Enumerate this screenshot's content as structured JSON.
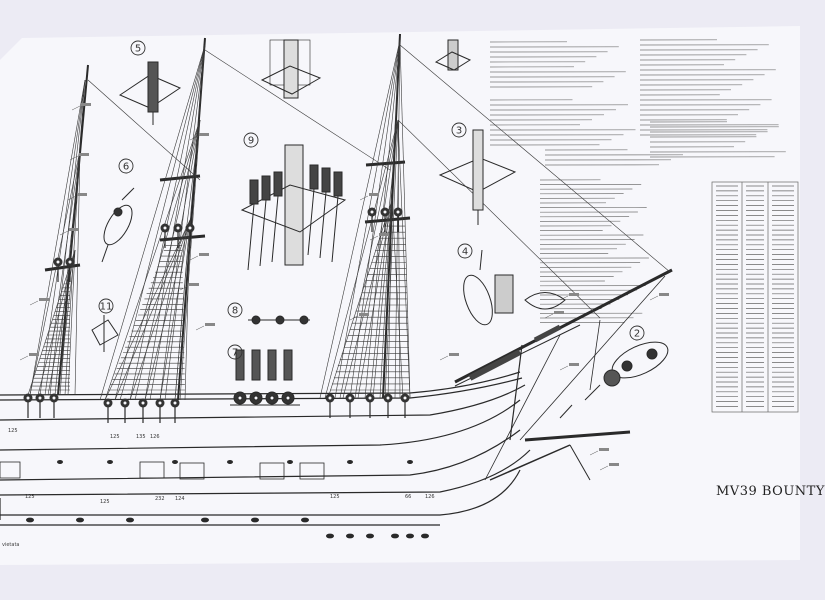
{
  "sheet": {
    "title": "MV39 BOUNTY",
    "corner_note": "vietata",
    "paper_color": "#f7f7fb",
    "ink_color": "#2a2a2a"
  },
  "details": [
    {
      "num": "5"
    },
    {
      "num": "6"
    },
    {
      "num": "9"
    },
    {
      "num": "3"
    },
    {
      "num": "4"
    },
    {
      "num": "11"
    },
    {
      "num": "8"
    },
    {
      "num": "7"
    },
    {
      "num": "2"
    }
  ],
  "part_labels": [
    "125",
    "125",
    "135",
    "125",
    "126",
    "125",
    "232",
    "124",
    "125",
    "66",
    "126"
  ]
}
